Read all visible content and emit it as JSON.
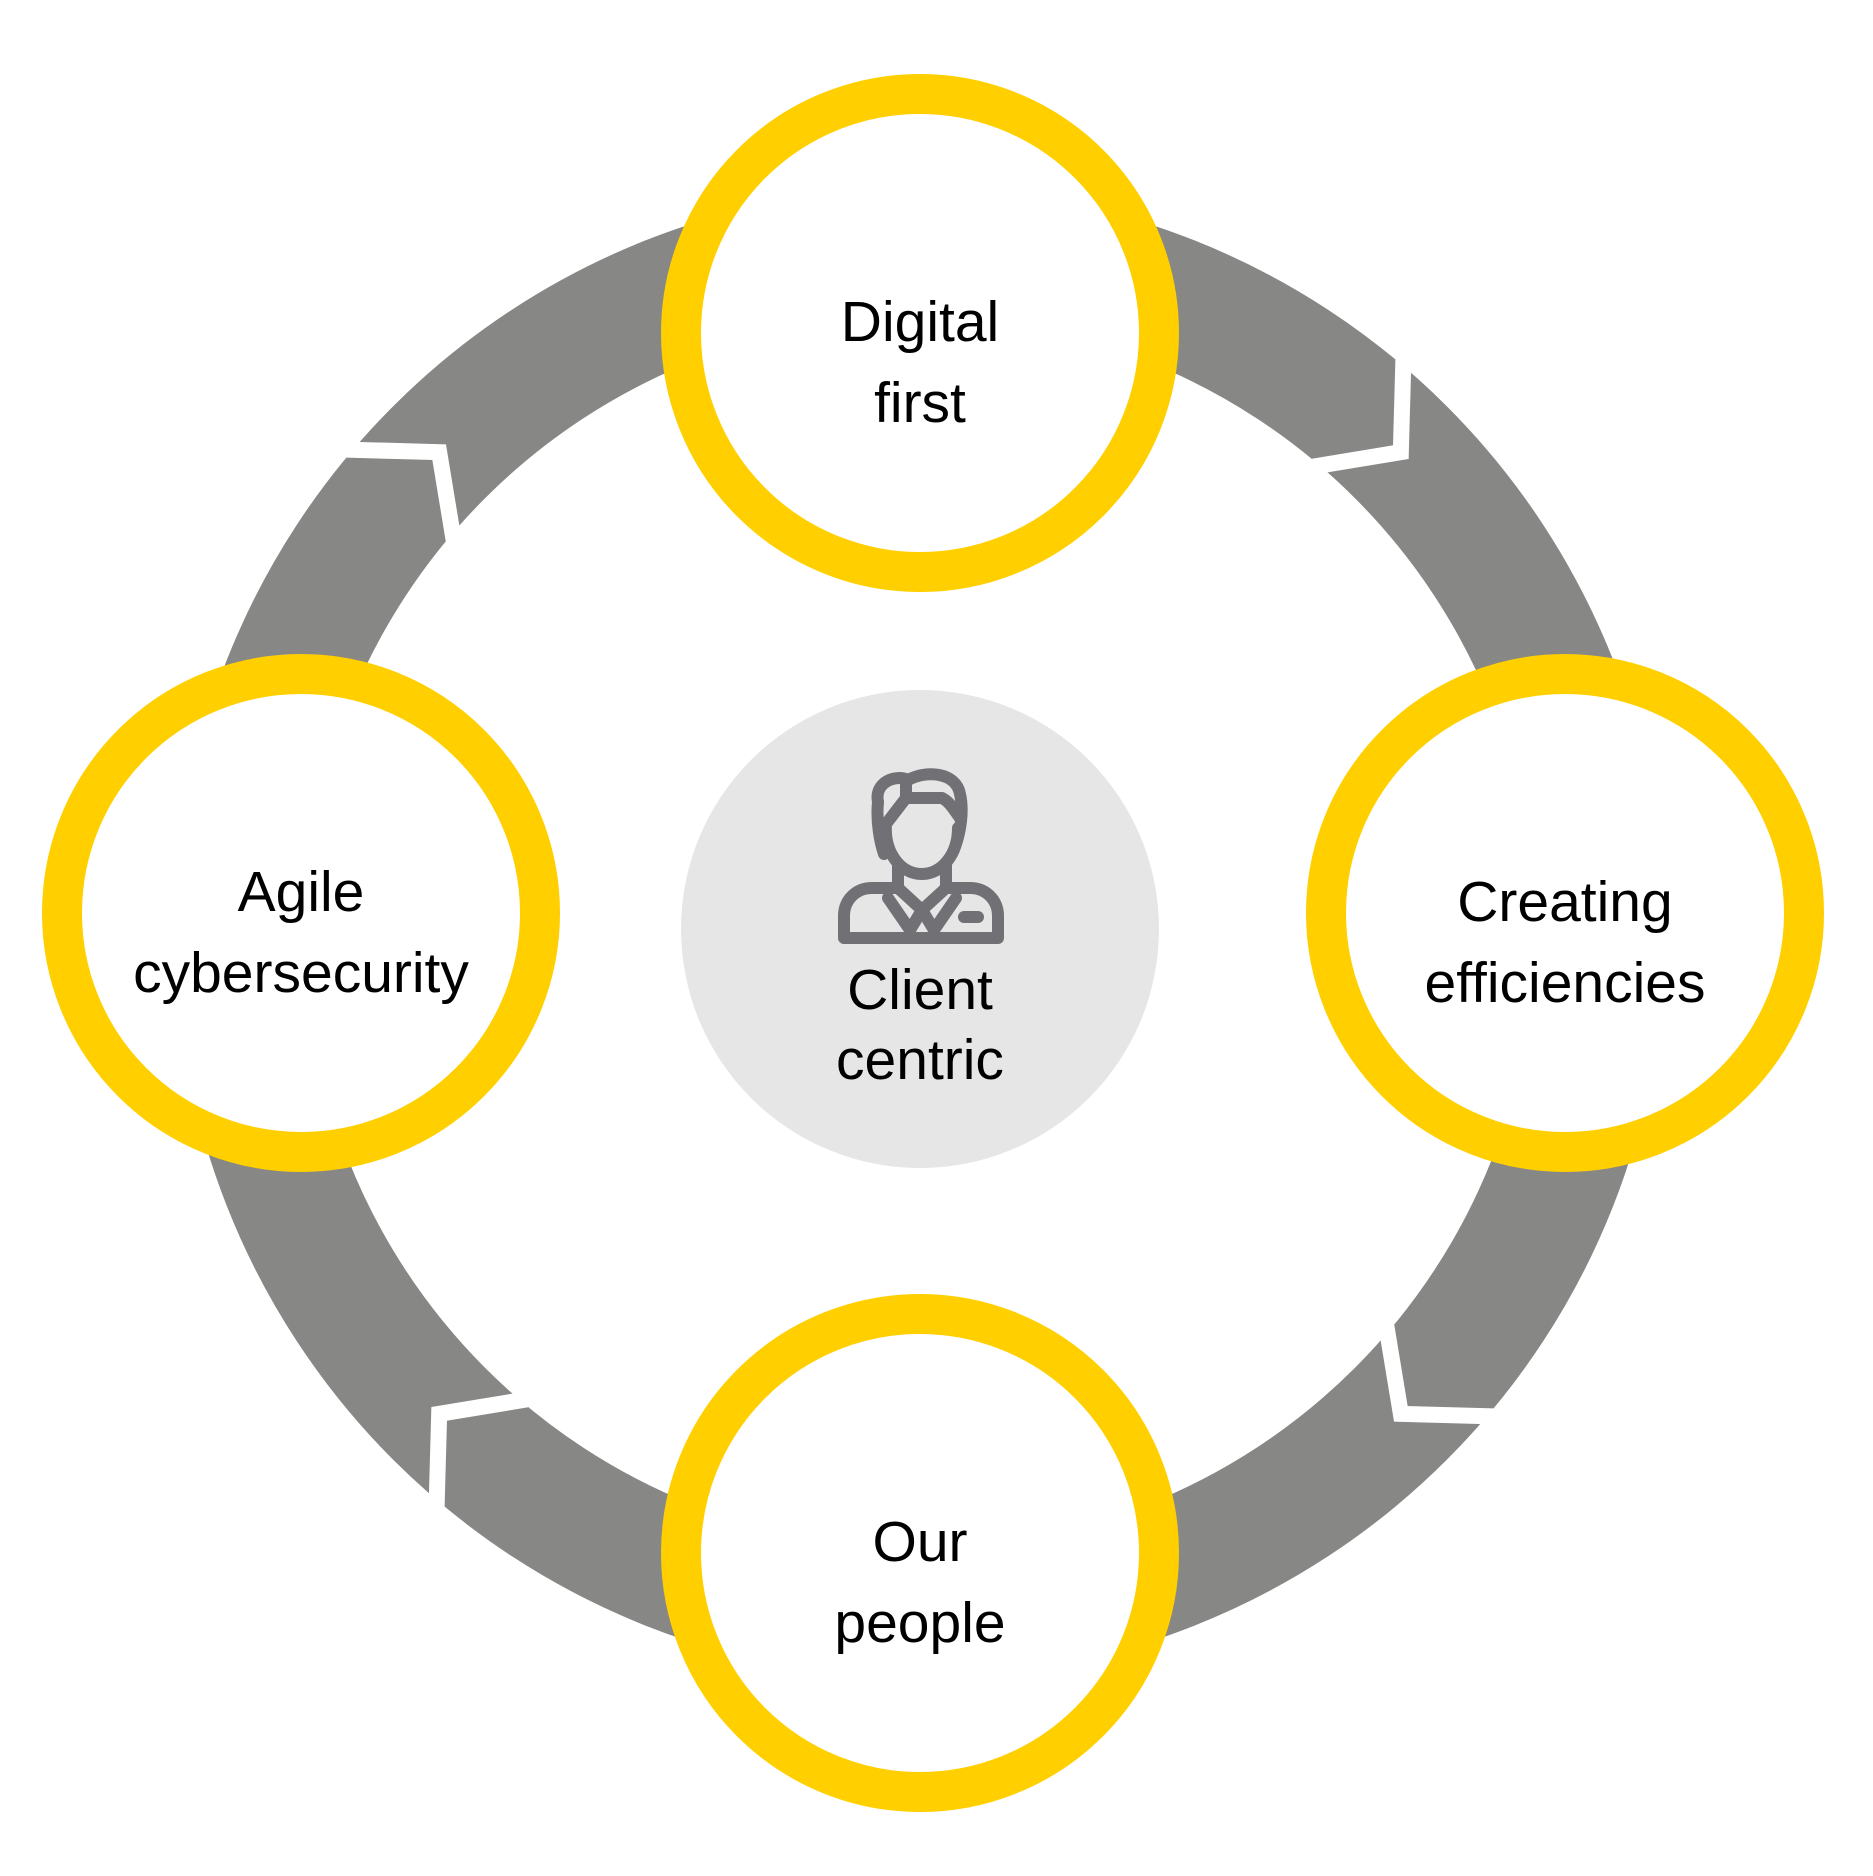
{
  "diagram": {
    "type": "cycle",
    "direction": "clockwise",
    "center": {
      "label_line1": "Client",
      "label_line2": "centric",
      "icon": "person-icon"
    },
    "nodes": [
      {
        "id": "top",
        "line1": "Digital",
        "line2": "first"
      },
      {
        "id": "right",
        "line1": "Creating",
        "line2": "efficiencies"
      },
      {
        "id": "bottom",
        "line1": "Our",
        "line2": "people"
      },
      {
        "id": "left",
        "line1": "Agile",
        "line2": "cybersecurity"
      }
    ],
    "arrow_count": 4
  },
  "colors": {
    "ring": "#878786",
    "node_border": "#FFCF00",
    "node_fill": "#FFFFFF",
    "center_fill": "#E6E6E6",
    "icon": "#717074",
    "text": "#000000"
  }
}
